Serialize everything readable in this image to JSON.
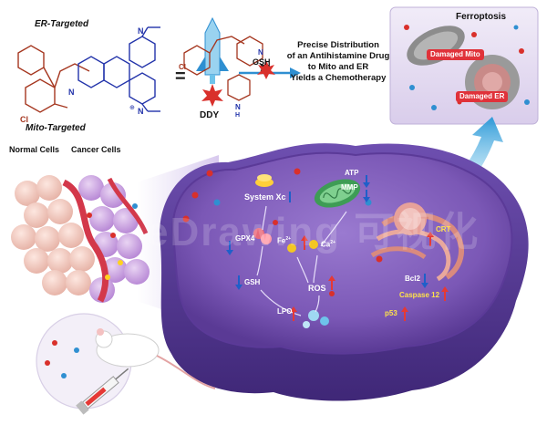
{
  "labels": {
    "er_targeted": "ER-Targeted",
    "mito_targeted": "Mito-Targeted",
    "equals_1": "=",
    "equals_2": "=",
    "ddy": "DDY",
    "gsh_arrow": "GSH",
    "ferroptosis": "Ferroptosis",
    "damaged_mito": "Damaged Mito",
    "damaged_er": "Damaged ER",
    "normal_cells": "Normal Cells",
    "cancer_cells": "Cancer Cells",
    "atp": "ATP",
    "mmp": "MMP",
    "system_xc": "System Xc",
    "gpx4": "GPX4",
    "fe": "Fe",
    "fe_sup": "2+",
    "ca": "Ca",
    "ca_sup": "2+",
    "gsh_cell": "GSH",
    "ros": "ROS",
    "lpo": "LPO",
    "crt": "CRT",
    "bcl2": "Bcl2",
    "caspase12": "Caspase 12",
    "p53": "p53",
    "chem_n_top": "N",
    "chem_n_mid": "N",
    "chem_n_plus": "N",
    "chem_plus": "⊕",
    "chem_cl_1": "Cl",
    "chem_cl_2": "Cl",
    "chem_n_py": "N",
    "chem_n_pip": "N",
    "chem_nh": "H"
  },
  "caption_lines": [
    "Precise Distribution",
    "of an Antihistamine Drug",
    "to Mito and ER",
    "Yields a Chemotherapy"
  ],
  "watermark": "eDrawing 可视化",
  "colors": {
    "cell_purple": "#7d59b8",
    "cell_dark": "#4a2f86",
    "er_label": "#c0392b",
    "drug_red": "#d9302b",
    "arrow_blue": "#6ec3ea",
    "ddy_blue": "#2f8fd1",
    "chem_blue": "#2233aa",
    "tag_red": "#e0323a",
    "up_red": "#e53935",
    "down_blue": "#1f5fc9",
    "yellow_text": "#ffe24a"
  }
}
